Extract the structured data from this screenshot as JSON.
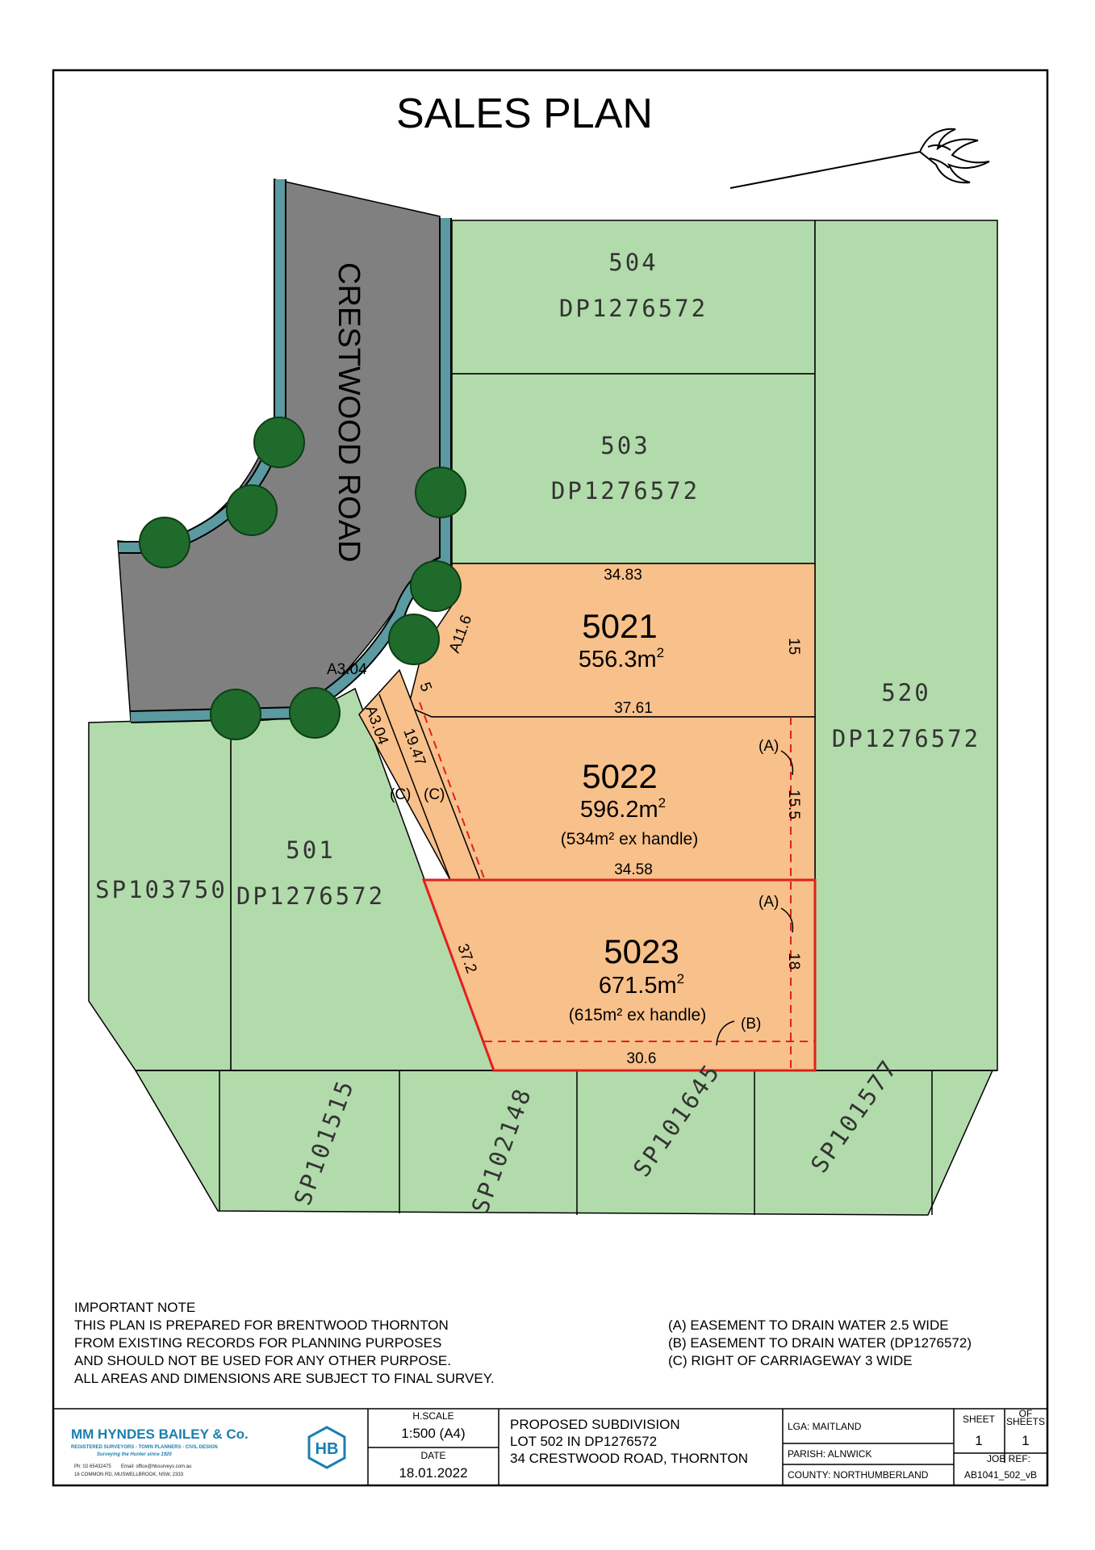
{
  "title": "SALES PLAN",
  "road": {
    "name": "CRESTWOOD ROAD"
  },
  "lots": {
    "lot504": {
      "number": "504",
      "plan": "DP1276572"
    },
    "lot503": {
      "number": "503",
      "plan": "DP1276572"
    },
    "lot520": {
      "number": "520",
      "plan": "DP1276572"
    },
    "lot501": {
      "number": "501",
      "plan": "DP1276572"
    },
    "sp103750": "SP103750",
    "south": [
      "SP101515",
      "SP102148",
      "SP101645",
      "SP101577"
    ]
  },
  "proposed": {
    "lot5021": {
      "number": "5021",
      "area": "556.3m",
      "sup": "2"
    },
    "lot5022": {
      "number": "5022",
      "area": "596.2m",
      "sup": "2",
      "note": "(534m² ex handle)"
    },
    "lot5023": {
      "number": "5023",
      "area": "671.5m",
      "sup": "2",
      "note": "(615m² ex handle)"
    }
  },
  "dimensions": {
    "d3483": "34.83",
    "d15": "15",
    "d3761": "37.61",
    "d155": "15.5",
    "d3458": "34.58",
    "d18": "18",
    "d306": "30.6",
    "d372": "37.2",
    "d1947": "19.47",
    "d5": "5",
    "a116": "A11.6",
    "a304a": "A3.04",
    "a304b": "A3.04",
    "labelA1": "(A)",
    "labelA2": "(A)",
    "labelB": "(B)",
    "labelC1": "(C)",
    "labelC2": "(C)"
  },
  "notes": {
    "important": [
      "IMPORTANT NOTE",
      "THIS PLAN IS PREPARED FOR BRENTWOOD THORNTON",
      "FROM EXISTING RECORDS FOR PLANNING PURPOSES",
      "AND SHOULD NOT BE USED FOR ANY OTHER PURPOSE.",
      "ALL AREAS AND DIMENSIONS ARE SUBJECT TO FINAL SURVEY."
    ],
    "legend": [
      "(A) EASEMENT TO DRAIN WATER 2.5 WIDE",
      "(B) EASEMENT TO DRAIN WATER (DP1276572)",
      "(C) RIGHT OF CARRIAGEWAY 3 WIDE"
    ]
  },
  "title_block": {
    "company": "MM HYNDES BAILEY & Co.",
    "company_sub1": "REGISTERED SURVEYORS - TOWN PLANNERS - CIVIL DESIGN",
    "company_sub2": "Surveying the Hunter since 1920",
    "phone": "Ph: 02 65432475",
    "email": "Email: office@hbsurveys.com.au",
    "address": "16 COMMON RD, MUSWELLBROOK, NSW, 2333",
    "logo_text": "HB",
    "hscale_label": "H.SCALE",
    "hscale": "1:500 (A4)",
    "date_label": "DATE",
    "date": "18.01.2022",
    "desc": [
      "PROPOSED SUBDIVISION",
      "LOT 502 IN DP1276572",
      "34 CRESTWOOD ROAD, THORNTON"
    ],
    "lga": "LGA: MAITLAND",
    "parish": "PARISH: ALNWICK",
    "county": "COUNTY: NORTHUMBERLAND",
    "sheet_label": "SHEET",
    "sheet": "1",
    "of_label_1": "OF",
    "of_label_2": "SHEETS",
    "of": "1",
    "jobref_label": "JOB REF:",
    "jobref": "AB1041_502_vB"
  },
  "colors": {
    "lot_green": "#b2dbab",
    "lot_orange": "#f8c08a",
    "road_gray": "#808080",
    "kerb_teal": "#5a9aa0",
    "tree_green": "#1f6b2c",
    "boundary_red": "#e02020"
  }
}
